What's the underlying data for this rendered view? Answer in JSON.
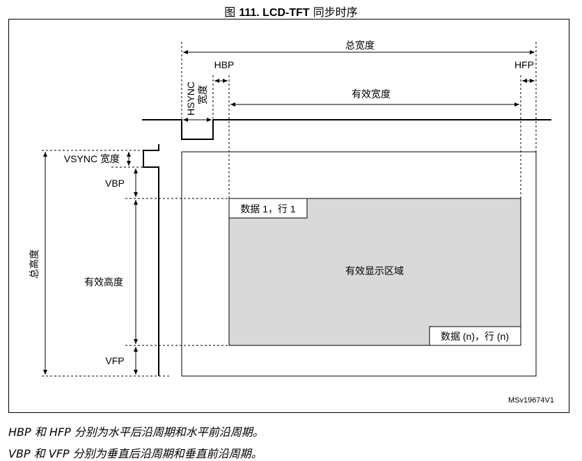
{
  "figure": {
    "title_prefix": "图",
    "title_number": "111. LCD-TFT",
    "title_suffix": "同步时序"
  },
  "labels": {
    "total_width": "总宽度",
    "hbp": "HBP",
    "hfp": "HFP",
    "active_width": "有效宽度",
    "hsync": "HSYNC",
    "hsync_width": "宽度",
    "vsync_width": "VSYNC 宽度",
    "vbp": "VBP",
    "total_height": "总高度",
    "active_height": "有效高度",
    "vfp": "VFP",
    "data_first": "数据 1，行 1",
    "active_display_area": "有效显示区域",
    "data_last": "数据 (n)，行 (n)",
    "figure_id": "MSv19674V1"
  },
  "notes": [
    "HBP 和 HFP 分别为水平后沿周期和水平前沿周期。",
    "VBP 和 VFP 分别为垂直后沿周期和垂直前沿周期。"
  ],
  "colors": {
    "active_area_fill": "#d9d9d9",
    "line": "#000000"
  }
}
